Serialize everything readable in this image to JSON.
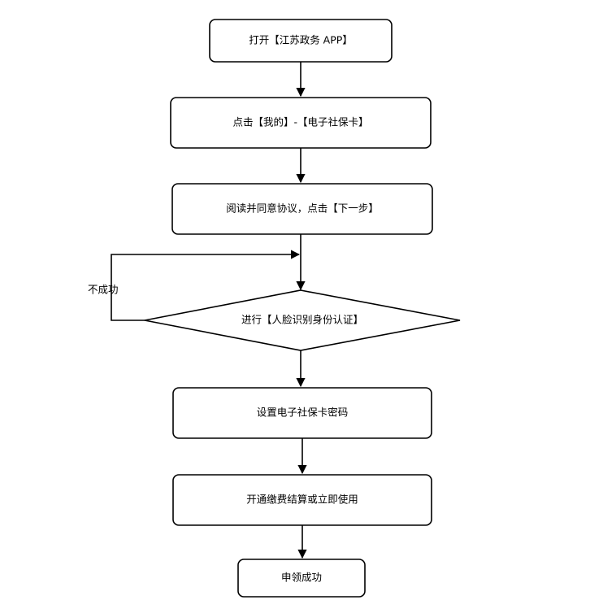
{
  "steps": {
    "open_app": "打开【江苏政务 APP】",
    "tap_my": "点击【我的】-【电子社保卡】",
    "agree": "阅读并同意协议，点击【下一步】",
    "face_verify": "进行【人脸识别身份认证】",
    "set_password": "设置电子社保卡密码",
    "activate": "开通缴费结算或立即使用",
    "success": "申领成功"
  },
  "labels": {
    "retry": "不成功"
  }
}
